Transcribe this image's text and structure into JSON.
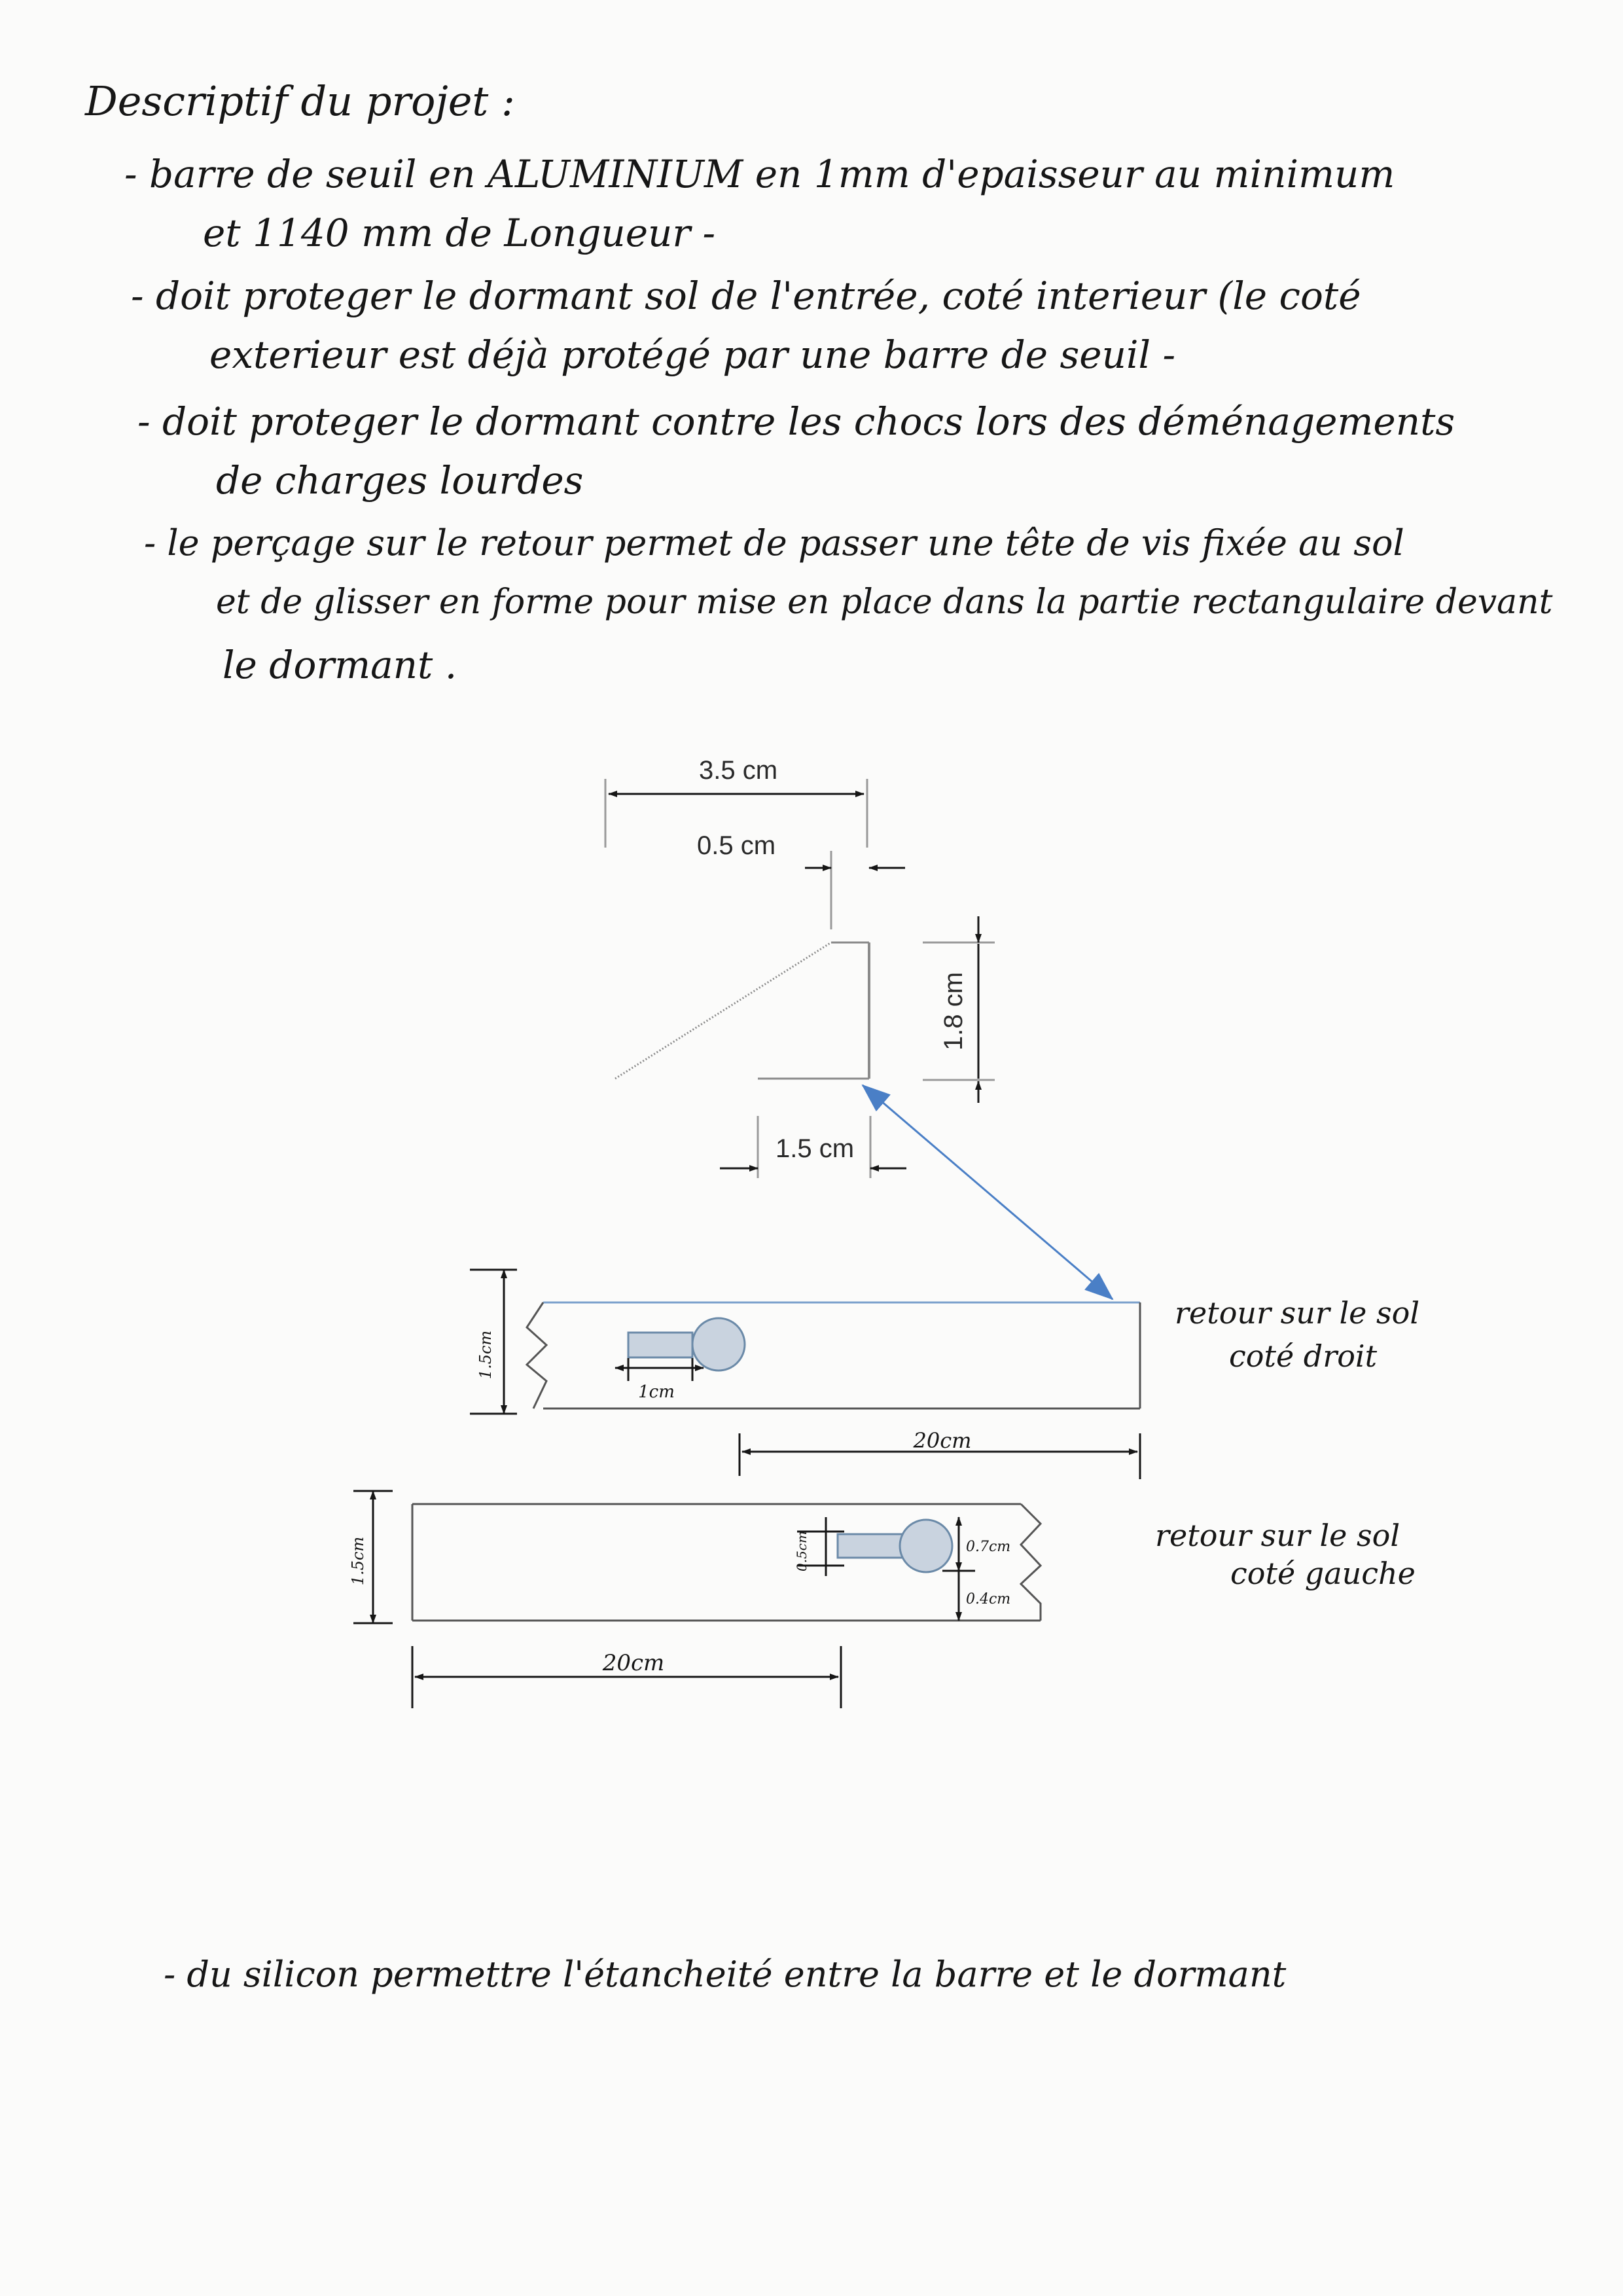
{
  "title": "Descriptif du projet :",
  "lines": [
    "- barre de seuil en ALUMINIUM en 1mm d'epaisseur au minimum",
    "et 1140 mm de Longueur -",
    "- doit proteger le dormant sol de l'entrée, coté interieur (le coté",
    "exterieur est déjà protégé par une barre de seuil -",
    "- doit proteger le dormant contre les chocs lors des déménagements",
    "de charges lourdes",
    "- le perçage sur le retour permet de passer une tête de vis fixée au sol",
    "et de glisser en forme pour mise en place dans la partie rectangulaire devant",
    "le dormant ."
  ],
  "profile_dims": {
    "width_total": "3.5 cm",
    "top_lip": "0.5 cm",
    "height": "1.8 cm",
    "bottom": "1.5 cm"
  },
  "right_return": {
    "label_1": "retour sur le sol",
    "label_2": "coté droit",
    "height_dim": "1.5cm",
    "hole_dim": "1cm",
    "length_dim": "20cm"
  },
  "left_return": {
    "label_1": "retour sur le sol",
    "label_2": "coté gauche",
    "height_dim": "1.5cm",
    "slot_dim": "0.5cm",
    "hole_dim_1": "0.7cm",
    "hole_dim_2": "0.4cm",
    "length_dim": "20cm"
  },
  "footer": "- du silicon permettre l'étancheité entre la barre et le dormant",
  "colors": {
    "ink": "#161616",
    "blue_arrow": "#4a7fc6",
    "hole_fill": "#c9d3df",
    "hole_stroke": "#6b8aa8",
    "line_gray": "#8a8a8a"
  }
}
